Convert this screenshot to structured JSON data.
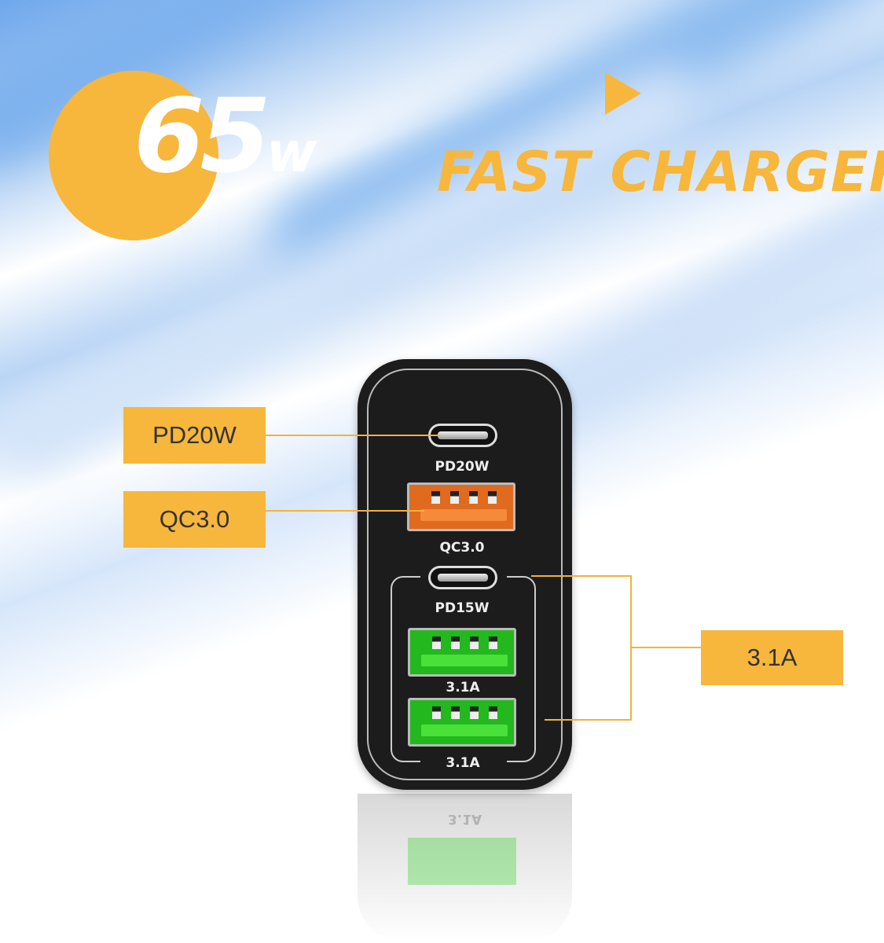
{
  "headline": {
    "power": "65",
    "unit": "w",
    "title": "FAST CHARGER"
  },
  "callouts": {
    "pd20": "PD20W",
    "qc": "QC3.0",
    "amp": "3.1A"
  },
  "ports": [
    {
      "type": "usb-c",
      "label": "PD20W"
    },
    {
      "type": "usb-a",
      "label": "QC3.0",
      "color": "#f07a2a"
    },
    {
      "type": "usb-c",
      "label": "PD15W"
    },
    {
      "type": "usb-a",
      "label": "3.1A",
      "color": "#35d22c"
    },
    {
      "type": "usb-a",
      "label": "3.1A",
      "color": "#35d22c"
    }
  ],
  "reflection_label": "3.1A",
  "colors": {
    "accent": "#f7b73c",
    "body": "#1c1c1c",
    "qc_port": "#f07a2a",
    "usb_port": "#35d22c"
  }
}
